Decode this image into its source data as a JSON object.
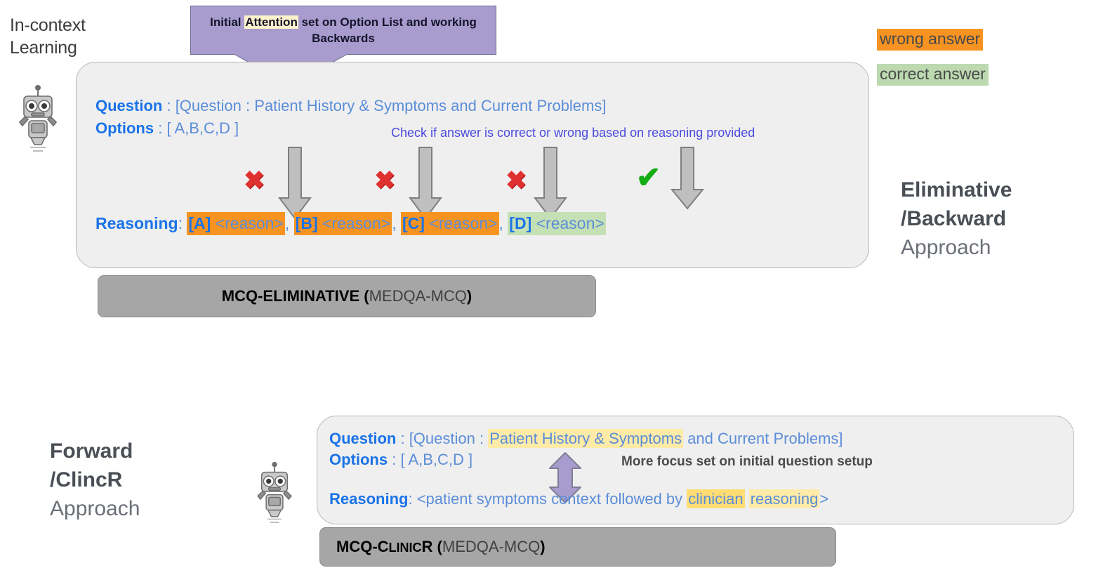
{
  "page": {
    "incontext_label": "In-context\nLearning"
  },
  "callout": {
    "text_before": "Initial ",
    "highlight": "Attention",
    "text_after": " set on Option List and working Backwards",
    "bg_color": "#a79ccd",
    "highlight_color": "#fdf2cc"
  },
  "legend": {
    "wrong_label": "wrong answer",
    "wrong_color": "#f79421",
    "correct_label": "correct answer",
    "correct_color": "#bcd9af"
  },
  "top_panel": {
    "question_key": "Question",
    "question_sep": " : ",
    "question_value": "[Question : Patient History & Symptoms and Current Problems]",
    "options_key": "Options",
    "options_sep": " : ",
    "options_value": "[ A,B,C,D ]",
    "hint": "Check if answer is correct or wrong based on reasoning provided",
    "reasoning_key": "Reasoning",
    "reasoning_sep": ": ",
    "segments": [
      {
        "option": "[A]",
        "text": " <reason>",
        "status": "wrong",
        "mark": "✖"
      },
      {
        "option": "[B]",
        "text": " <reason>",
        "status": "wrong",
        "mark": "✖"
      },
      {
        "option": "[C]",
        "text": " <reason>",
        "status": "wrong",
        "mark": "✖"
      },
      {
        "option": "[D]",
        "text": " <reason>",
        "status": "correct",
        "mark": "✔"
      }
    ],
    "separator": ", ",
    "bar_strong": "MCQ-ELIMINATIVE ",
    "bar_paren_open": "(",
    "bar_dim": "MEDQA-MCQ",
    "bar_paren_close": ")"
  },
  "bottom_panel": {
    "question_key": "Question",
    "question_sep": " : ",
    "question_pre": "[Question : ",
    "question_highlight": "Patient History & Symptoms",
    "question_post": " and Current Problems]",
    "options_key": "Options",
    "options_sep": " : ",
    "options_value": "[ A,B,C,D ]",
    "hint": "More focus set on initial question setup",
    "reasoning_key": "Reasoning",
    "reasoning_sep": ": ",
    "reasoning_pre": "<patient symptoms context followed by ",
    "reasoning_hl_strong": "clinician",
    "reasoning_gap": " ",
    "reasoning_hl_soft": "reasoning",
    "reasoning_post": ">",
    "bar_strong": "MCQ-C",
    "bar_smallcaps": "LINIC",
    "bar_strong2": "R ",
    "bar_paren_open": "(",
    "bar_dim": "MEDQA-MCQ",
    "bar_paren_close": ")"
  },
  "approaches": {
    "right": {
      "line1": "Eliminative",
      "line2": "/Backward",
      "line3": "Approach"
    },
    "left": {
      "line1": "Forward",
      "line2": "/ClincR",
      "line3": "Approach"
    }
  },
  "icons": {
    "robot": "robot-icon",
    "down_arrow": "down-arrow-icon",
    "double_arrow": "double-headed-arrow-icon",
    "cross": "red-cross-icon",
    "check": "green-check-icon"
  },
  "colors": {
    "panel_bg": "#efefef",
    "bar_bg": "#a6a6a6",
    "arrow_gray": "#bfbfbf",
    "arrow_purple": "#a79ccd",
    "blue_key": "#1a73e8",
    "blue_text": "#5b8dd9"
  }
}
